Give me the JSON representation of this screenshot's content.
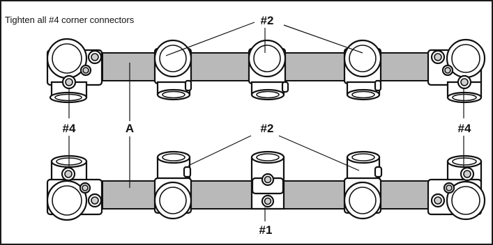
{
  "instruction": "Tighten all #4 corner connectors",
  "labels": {
    "top_fitting_2": "#2",
    "bottom_fitting_2": "#2",
    "left_fitting_4": "#4",
    "right_fitting_4": "#4",
    "pipe_a": "A",
    "fitting_1": "#1"
  }
}
